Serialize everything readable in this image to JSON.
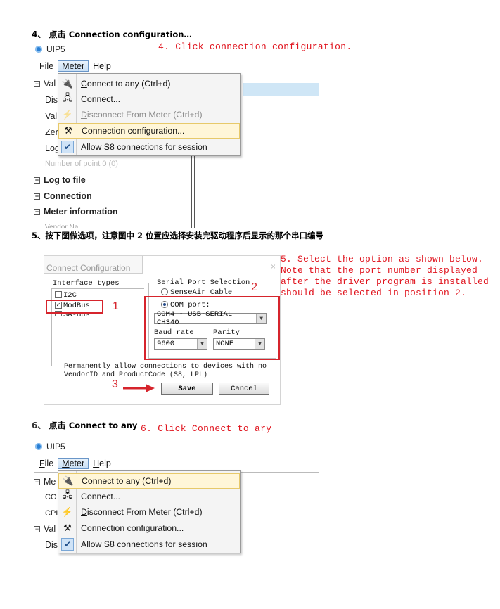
{
  "steps": {
    "s4_heading_num": "4、",
    "s4_heading_cn": "点击",
    "s4_heading_en": "Connection configuration…",
    "s4_caption": "4. Click connection configuration.",
    "s5_heading": "5、按下图做选项，注意图中 2 位置应选择安装完驱动程序后显示的那个串口编号",
    "s5_caption": [
      "5. Select the option as shown below.",
      "Note that the port number displayed",
      "after the driver program is installed",
      "should be selected in position 2."
    ],
    "s6_heading_num": "6、",
    "s6_heading_cn": "点击",
    "s6_heading_en": "Connect to any",
    "s6_caption": "6. Click Connect to ary"
  },
  "app": {
    "title": "UIP5",
    "menubar": [
      "File",
      "Meter",
      "Help"
    ]
  },
  "meter_menu": [
    {
      "label": "Connect to any (Ctrl+d)",
      "icon": "plug-icon",
      "glyph": "🔌",
      "state": "normal"
    },
    {
      "label": "Connect...",
      "icon": "computer-icon",
      "glyph": "🖧",
      "state": "normal"
    },
    {
      "label": "Disconnect From Meter (Ctrl+d)",
      "icon": "disconnect-icon",
      "glyph": "⚡",
      "state": "disabled"
    },
    {
      "label": "Connection configuration...",
      "icon": "tools-icon",
      "glyph": "⚒",
      "state": "highlighted"
    },
    {
      "label": "Allow S8 connections for session",
      "icon": "check-icon",
      "glyph": "✔",
      "state": "checked"
    }
  ],
  "meter_menu_bottom": [
    {
      "label": "Connect to any (Ctrl+d)",
      "icon": "plug-icon",
      "glyph": "🔌",
      "state": "highlighted"
    },
    {
      "label": "Connect...",
      "icon": "computer-icon",
      "glyph": "🖧",
      "state": "normal"
    },
    {
      "label": "Disconnect From Meter (Ctrl+d)",
      "icon": "disconnect-icon",
      "glyph": "⚡",
      "state": "normal"
    },
    {
      "label": "Connection configuration...",
      "icon": "tools-icon",
      "glyph": "⚒",
      "state": "normal"
    },
    {
      "label": "Allow S8 connections for session",
      "icon": "check-icon",
      "glyph": "✔",
      "state": "checked"
    }
  ],
  "tree_top": {
    "val_header": "Val",
    "items": [
      "Dis",
      "Val",
      "Zer",
      "Log"
    ],
    "faded": "Number of point 0 (0)",
    "log_to_file": "Log to file",
    "connection": "Connection",
    "meter_information": "Meter information",
    "cut_text": "Vendor Na"
  },
  "tree_bottom": {
    "me_header": "Me",
    "items_a": [
      "CO",
      "CPI"
    ],
    "val_header": "Val",
    "items_b": [
      "Dis"
    ]
  },
  "dialog": {
    "title": "Connect Configuration",
    "interface_types_label": "Interface types",
    "interfaces": [
      {
        "label": "I2C",
        "checked": false
      },
      {
        "label": "ModBus",
        "checked": true
      },
      {
        "label": "SA-Bus",
        "checked": false
      }
    ],
    "serial_port_selection": "Serial Port Selection",
    "senseair_cable": "SenseAir Cable",
    "com_port": "COM port:",
    "com_value": "COM4 - USB-SERIAL CH340",
    "baud_rate_label": "Baud rate",
    "baud_rate_value": "9600",
    "parity_label": "Parity",
    "parity_value": "NONE",
    "permanent_text_1": "Permanently allow connections to devices with no",
    "permanent_text_2": "VendorID and ProductCode (S8, LPL)",
    "save": "Save",
    "cancel": "Cancel",
    "marker_1": "1",
    "marker_2": "2",
    "marker_3": "3",
    "close_glyph": "×"
  },
  "colors": {
    "red": "#e0141e",
    "menu_highlight": "#fff6d8",
    "tree_lines": "#555555"
  }
}
